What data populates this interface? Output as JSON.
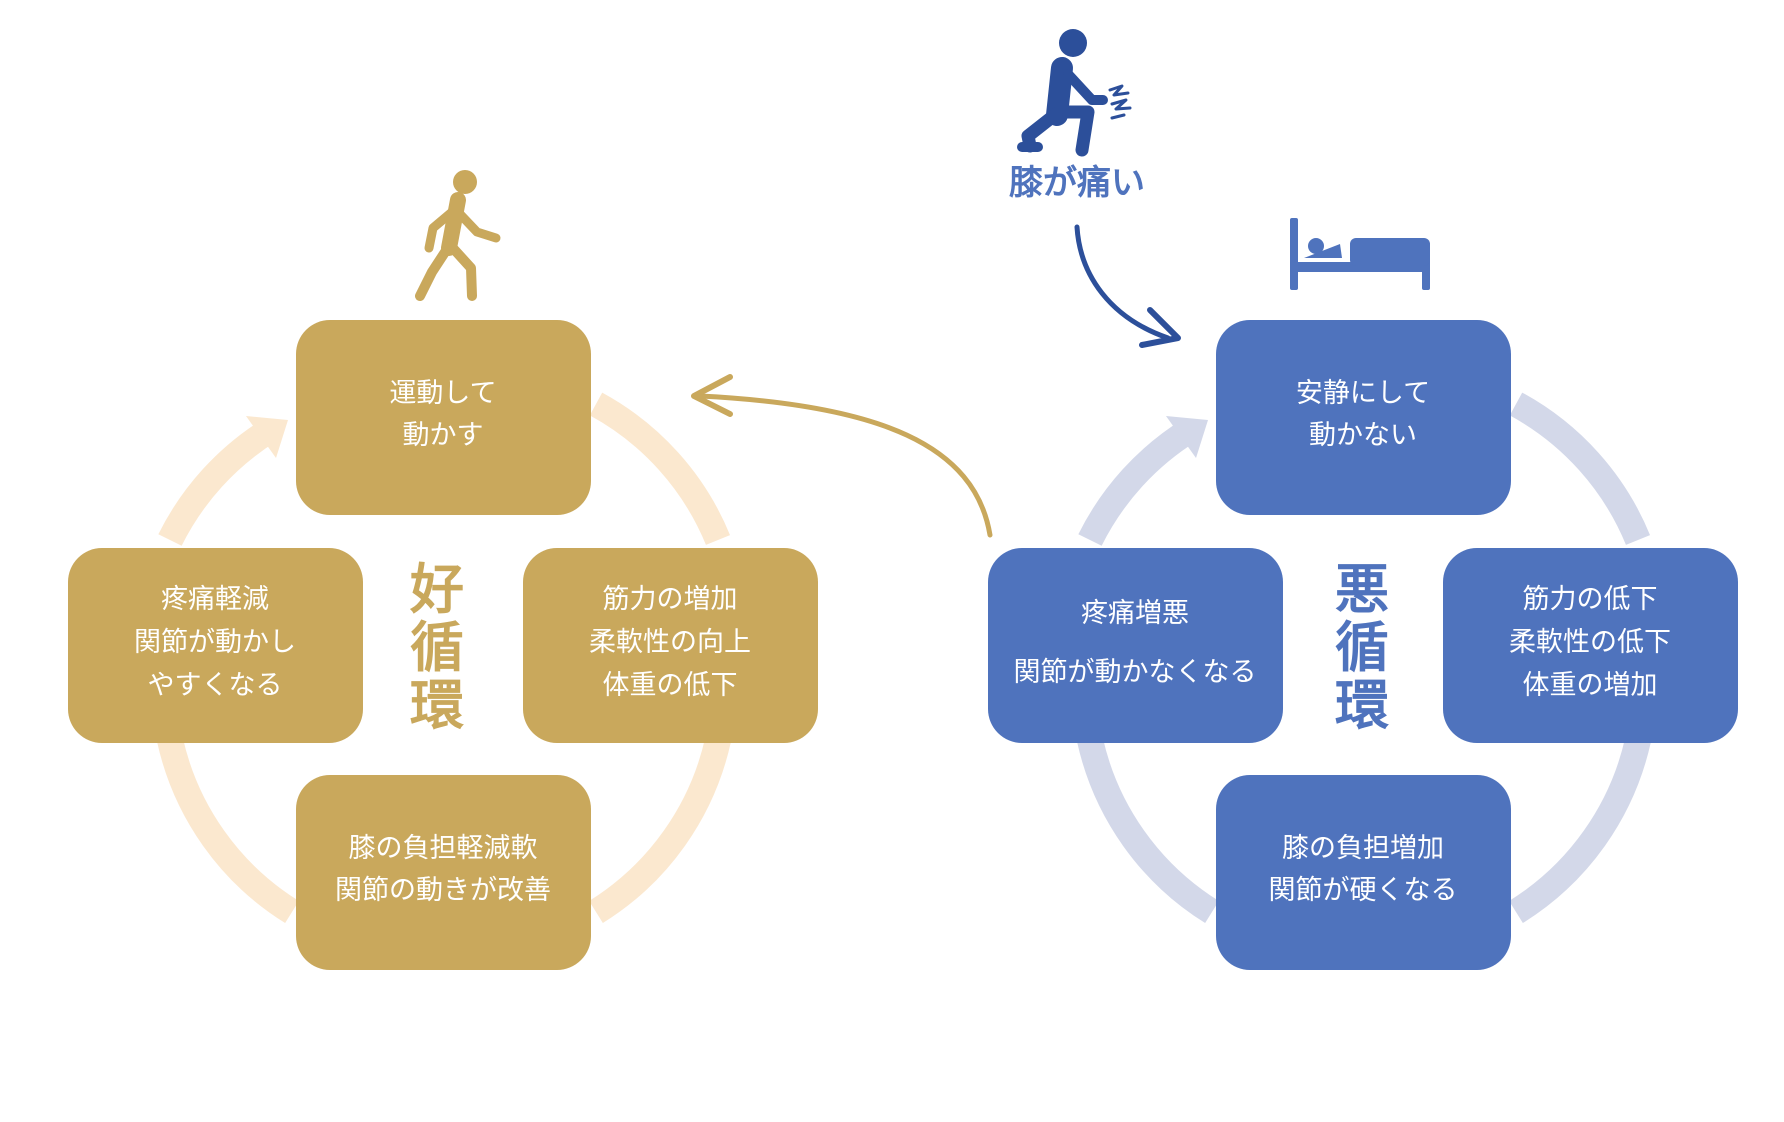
{
  "colors": {
    "good_box": "#c9a85c",
    "good_ring": "#fbe8cf",
    "good_label": "#c9a85c",
    "bad_box": "#4f73bd",
    "bad_ring": "#d3d8e9",
    "bad_label": "#4f73bd",
    "pain_figure": "#2c4f9a",
    "good_figure": "#c9a85c",
    "transition_arrow": "#c9a85c",
    "pain_arrow": "#2c4f9a"
  },
  "pain_label": "膝が痛い",
  "good_cycle": {
    "center_label": [
      "好",
      "循",
      "環"
    ],
    "top": [
      "運動して",
      "動かす"
    ],
    "right": [
      "筋力の増加",
      "柔軟性の向上",
      "体重の低下"
    ],
    "bottom": [
      "膝の負担軽減軟",
      "関節の動きが改善"
    ],
    "left": [
      "疼痛軽減",
      "関節が動かし",
      "やすくなる"
    ]
  },
  "bad_cycle": {
    "center_label": [
      "悪",
      "循",
      "環"
    ],
    "top": [
      "安静にして",
      "動かない"
    ],
    "right": [
      "筋力の低下",
      "柔軟性の低下",
      "体重の増加"
    ],
    "bottom": [
      "膝の負担増加",
      "関節が硬くなる"
    ],
    "left": [
      "疼痛増悪",
      "関節が動かなくなる"
    ]
  },
  "icons": {
    "walking": "walking-person-icon",
    "knee_pain": "knee-pain-person-icon",
    "bed": "bed-icon"
  }
}
